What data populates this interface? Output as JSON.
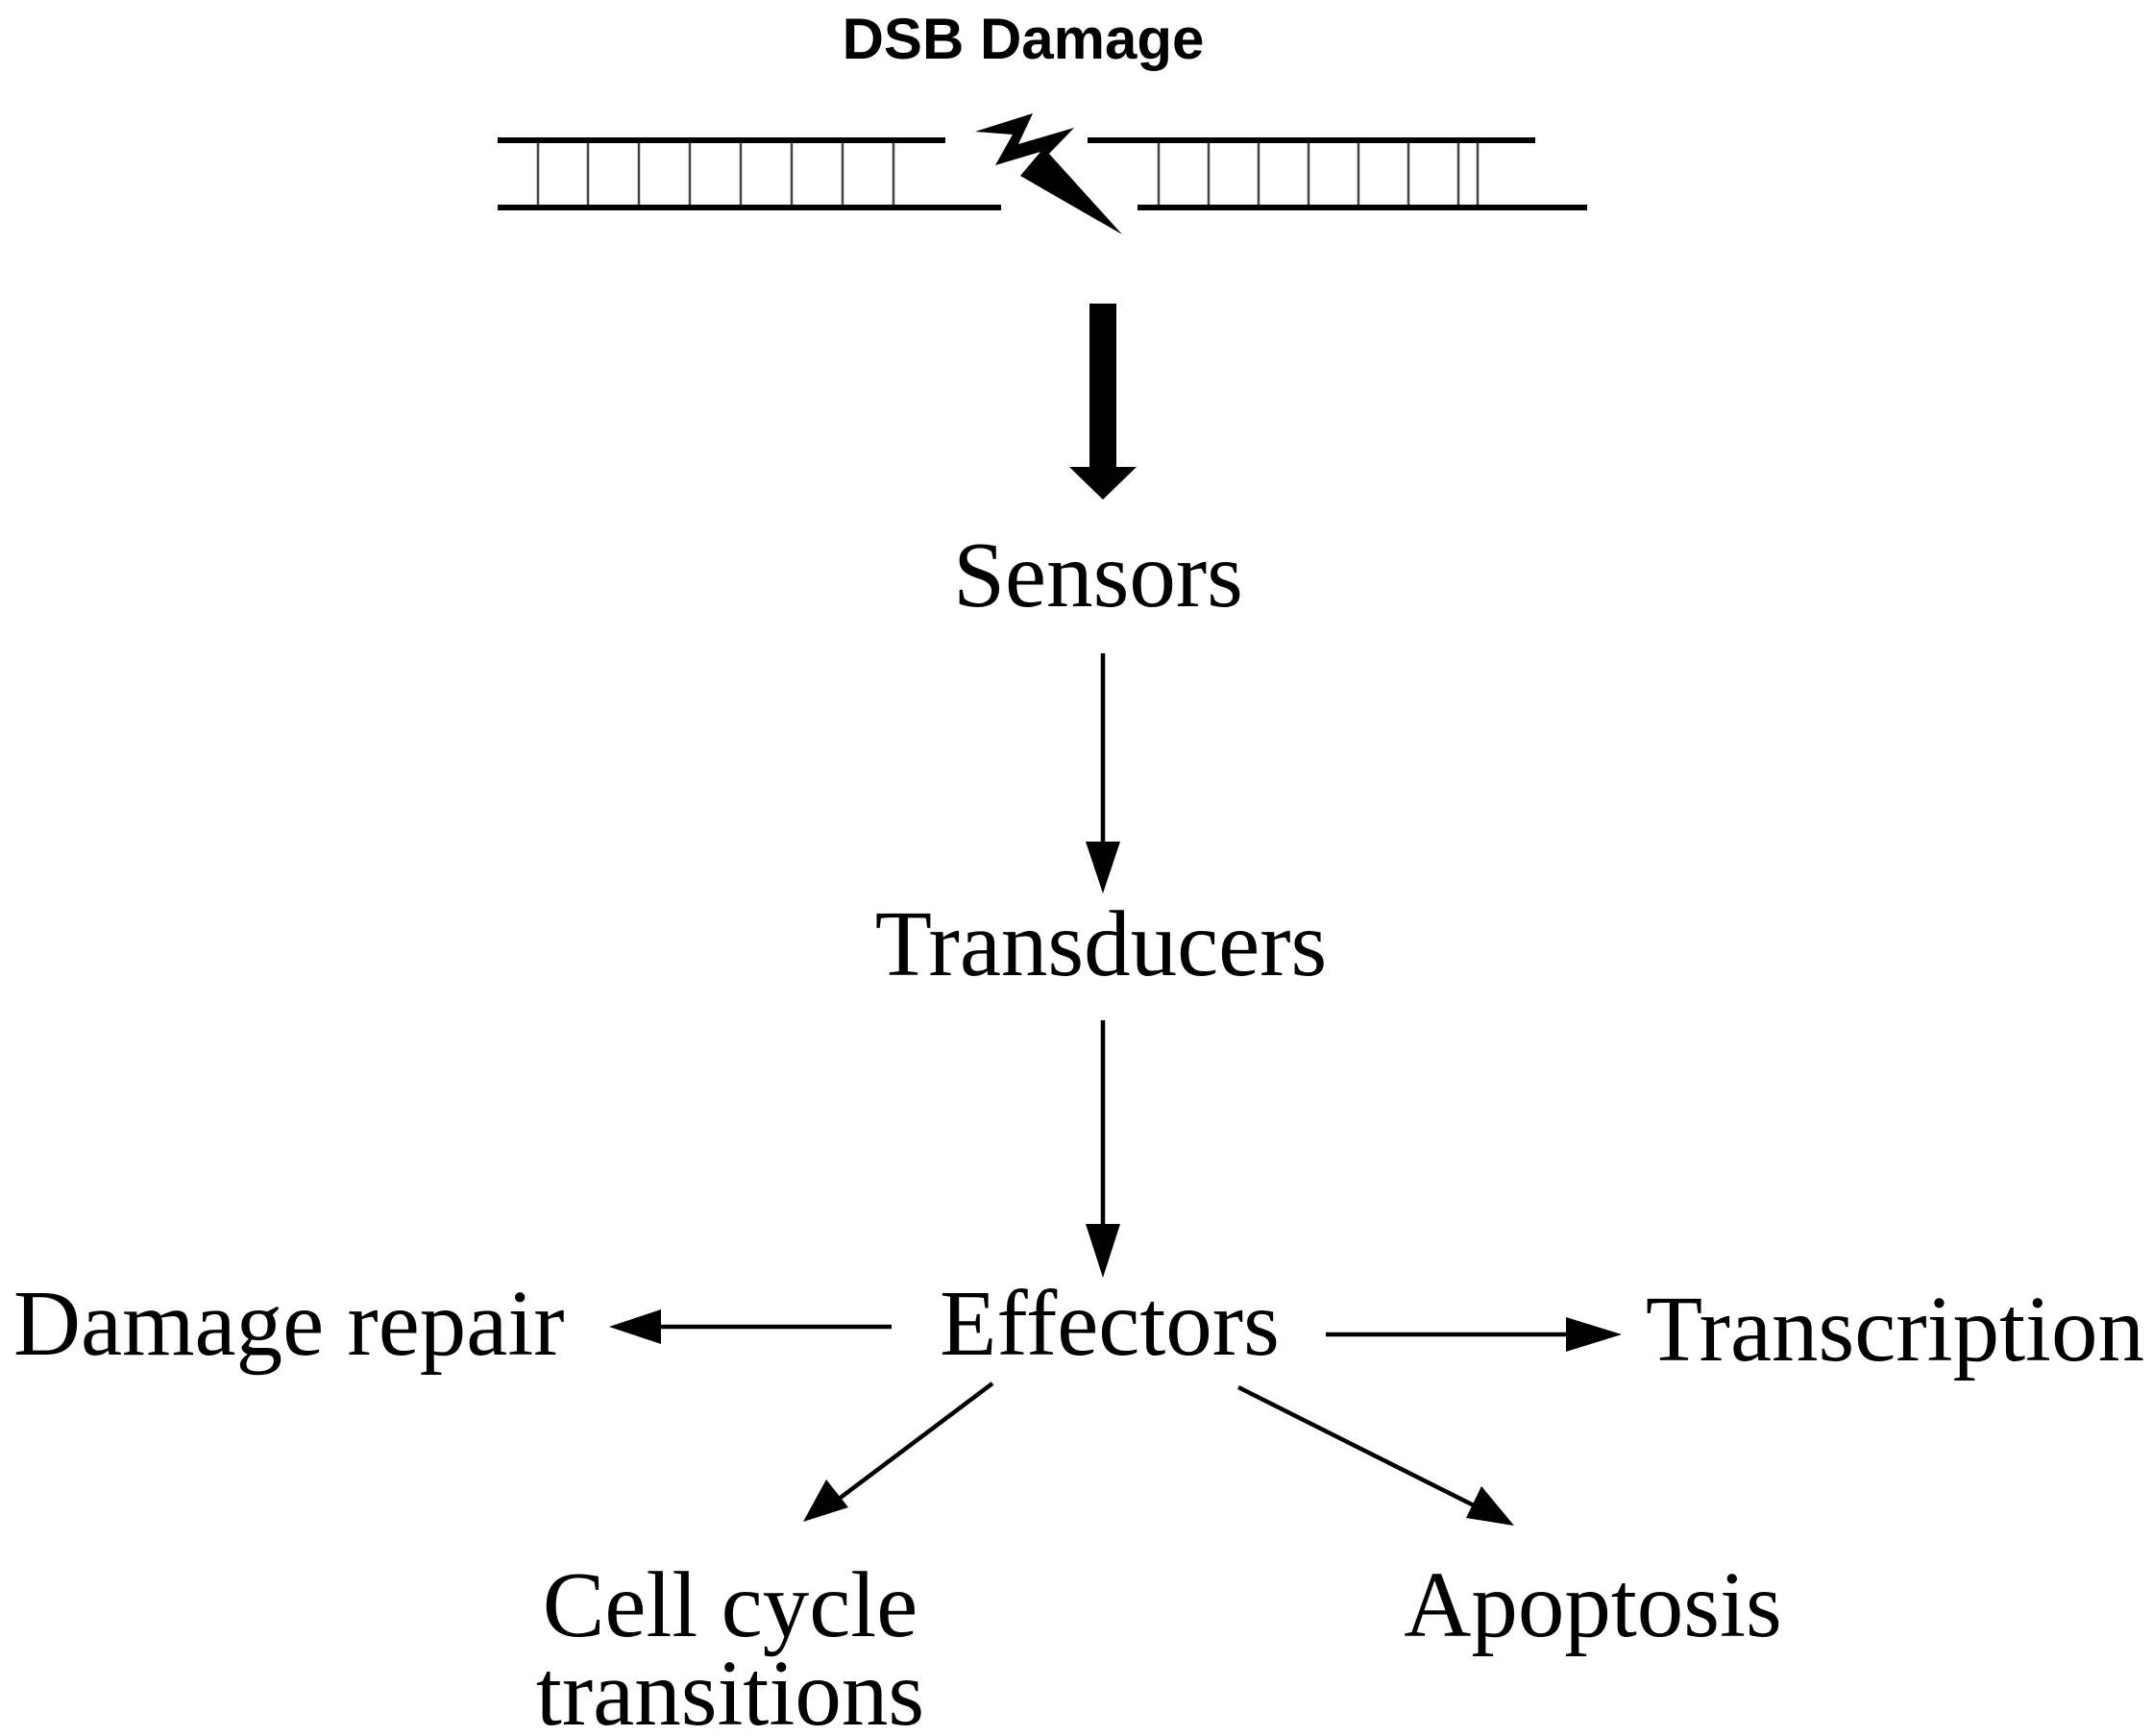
{
  "title": "DSB Damage",
  "nodes": {
    "sensors": "Sensors",
    "transducers": "Transducers",
    "effectors": "Effectors",
    "damage_repair": "Damage repair",
    "transcription": "Transcription",
    "cell_cycle_line1": "Cell cycle",
    "cell_cycle_line2": "transitions",
    "apoptosis": "Apoptosis"
  },
  "icons": {
    "dna": "dna-double-helix-icon",
    "break": "lightning-bolt-icon"
  }
}
